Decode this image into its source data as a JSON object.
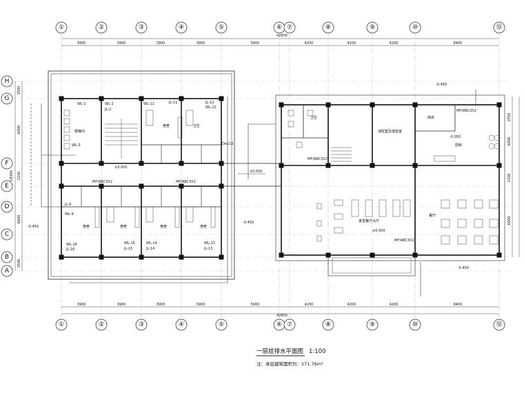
{
  "axes": {
    "top": [
      "①",
      "②",
      "③",
      "④",
      "⑤",
      "⑥",
      "⑦",
      "⑧",
      "⑨",
      "⑩",
      "⑫"
    ],
    "bottom": [
      "①",
      "②",
      "③",
      "④",
      "⑤",
      "⑥",
      "⑦",
      "⑧",
      "⑨",
      "⑩",
      "⑫"
    ],
    "left": [
      "H",
      "G",
      "F",
      "E",
      "D",
      "C",
      "B",
      "A"
    ]
  },
  "dims": {
    "top_total": "42800",
    "bottom_total": "42800",
    "top_spans": [
      "3900",
      "3900",
      "3900",
      "3900",
      "5900",
      "4200",
      "4200",
      "4200",
      "8400"
    ],
    "bottom_spans": [
      "3900",
      "3900",
      "3900",
      "3900",
      "5900",
      "4200",
      "4200",
      "4200",
      "8400"
    ],
    "left_total": "18300",
    "left_spans": [
      "1500",
      "6000",
      "2100",
      "6600",
      "1500"
    ],
    "right_spans": [
      "2550",
      "6000",
      "2100",
      "6000"
    ]
  },
  "rooms": {
    "stair_top": "楼梯间",
    "dorm": "宿舍",
    "wc": "卫生",
    "control": "消控室及值班室",
    "kitchen_store": "库房",
    "kitchen": "厨房",
    "dining_hall": "食堂餐厅大厅",
    "dining": "餐厅"
  },
  "pipes": {
    "wl1": "WL-1",
    "wl2": "WL-2",
    "wl3": "WL-3",
    "jl2": "JL-2",
    "jl11": "JL-11",
    "jl12": "JL-12",
    "wl11": "WL-11",
    "wl12": "WL-12",
    "wl9": "WL-9",
    "jl9": "JL-9",
    "wl13": "WL-13",
    "wl14": "WL-14",
    "wl15": "WL-15",
    "wl16": "WL-16",
    "jl13": "JL-13",
    "jl14": "JL-14",
    "jl15": "JL-15",
    "jl16": "JL-16",
    "mf_left": "MF/ABC3X2",
    "mf_left2": "MF/ABC3X2",
    "mf_right": "MF/ABC3X2",
    "mf_right2": "MF/ABC3X2",
    "mf_kitchen": "MF/ABC3X2",
    "dn": "De110"
  },
  "levels": {
    "l0": "±0.000",
    "l1": "±0.000",
    "l2": "±0.000",
    "n450a": "-0.450",
    "n450b": "-0.450",
    "n450c": "-0.450",
    "n450d": "-0.450",
    "n050": "-0.050"
  },
  "title": "一层给排水平面图",
  "scale": "1:100",
  "note": "注：本层建筑面积为：571.76m²"
}
